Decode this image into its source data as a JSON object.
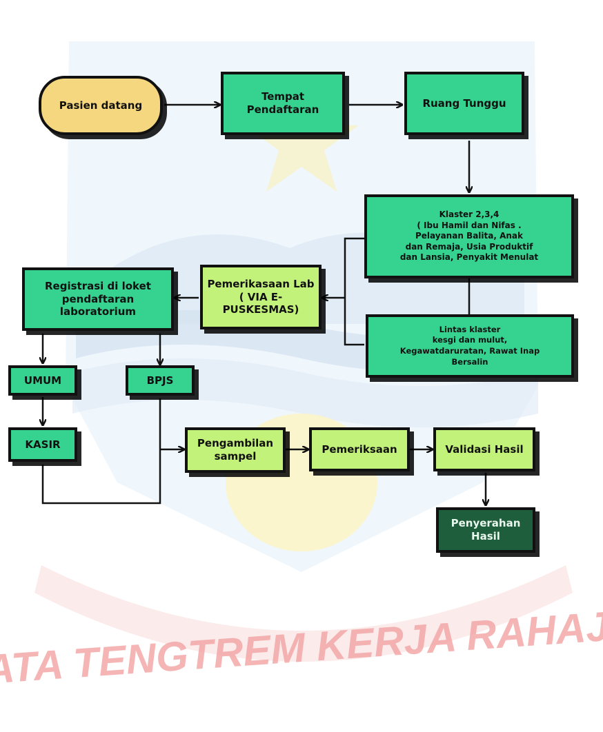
{
  "watermark": {
    "text": "TATA TENGTREM KERJA RAHAJA",
    "color": "#f3a3a3"
  },
  "nodes": {
    "pasien": "Pasien  datang",
    "pendaftaran": "Tempat\nPendaftaran",
    "ruang_tunggu": "Ruang Tunggu",
    "klaster": "Klaster 2,3,4\n( Ibu Hamil dan Nifas .\nPelayanan Balita, Anak\ndan Remaja, Usia Produktif\ndan Lansia, Penyakit Menulat",
    "lintas": "Lintas klaster\nkesgi dan mulut,\nKegawatdaruratan, Rawat Inap\nBersalin",
    "lab": "Pemerikasaan Lab\n( VIA E- PUSKESMAS)",
    "registrasi": "Registrasi di loket\npendaftaran\nlaboratorium",
    "umum": "UMUM",
    "bpjs": "BPJS",
    "kasir": "KASIR",
    "sampel": "Pengambilan\nsampel",
    "pemeriksaan": "Pemeriksaan",
    "validasi": "Validasi Hasil",
    "penyerahan": "Penyerahan\nHasil"
  },
  "colors": {
    "start": "#f5d77f",
    "process": "#35d38f",
    "lab": "#c3f27a",
    "final": "#1f5e3c"
  }
}
